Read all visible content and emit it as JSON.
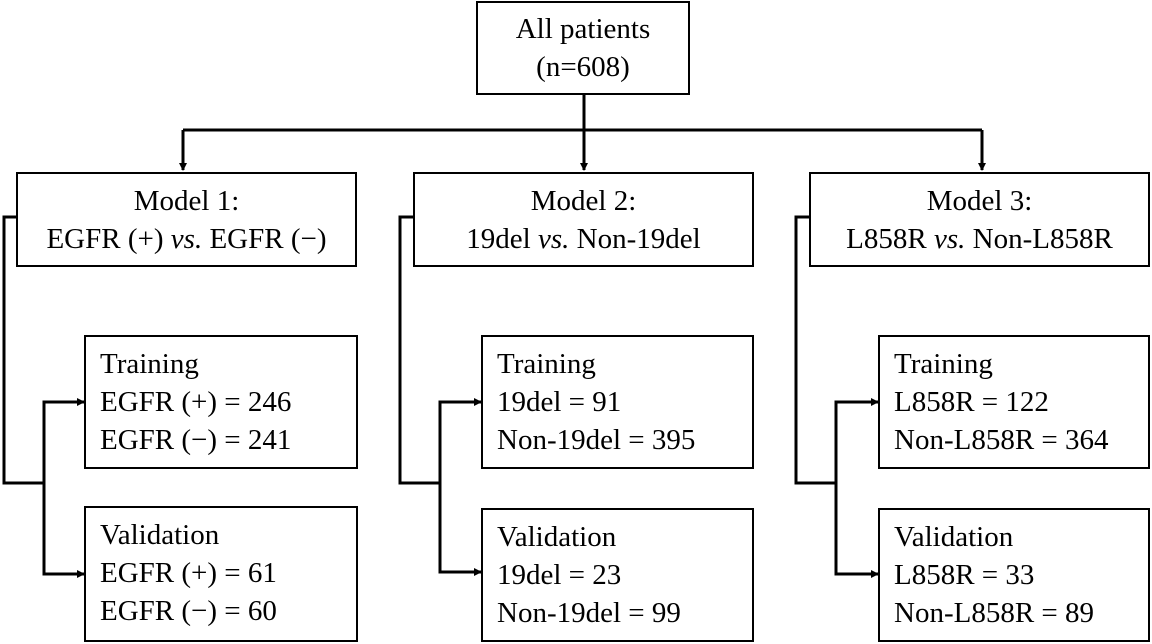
{
  "root": {
    "title": "All patients",
    "count": "(n=608)"
  },
  "models": [
    {
      "title": "Model 1:",
      "left": "EGFR (+)",
      "vs": "vs.",
      "right": "EGFR (−)",
      "training": {
        "label": "Training",
        "lines": [
          "EGFR (+) = 246",
          "EGFR (−) = 241"
        ]
      },
      "validation": {
        "label": "Validation",
        "lines": [
          "EGFR (+) = 61",
          "EGFR (−) = 60"
        ]
      }
    },
    {
      "title": "Model 2:",
      "left": "19del",
      "vs": "vs.",
      "right": "Non-19del",
      "training": {
        "label": "Training",
        "lines": [
          "19del = 91",
          "Non-19del = 395"
        ]
      },
      "validation": {
        "label": "Validation",
        "lines": [
          "19del = 23",
          "Non-19del = 99"
        ]
      }
    },
    {
      "title": "Model 3:",
      "left": "L858R",
      "vs": "vs.",
      "right": "Non-L858R",
      "training": {
        "label": "Training",
        "lines": [
          "L858R = 122",
          "Non-L858R = 364"
        ]
      },
      "validation": {
        "label": "Validation",
        "lines": [
          "L858R = 33",
          "Non-L858R = 89"
        ]
      }
    }
  ]
}
